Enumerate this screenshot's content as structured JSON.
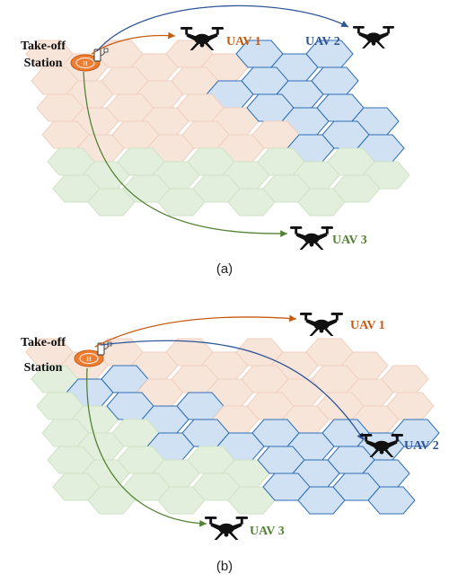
{
  "colors": {
    "orange_zone": "#f8e5da",
    "orange_border": "#f1cfbd",
    "blue_zone": "#cfe1f2",
    "blue_edge": "#2f6fb5",
    "green_zone": "#e2efdc",
    "green_border": "#cfe2c6",
    "uav1": "#c55a11",
    "uav2": "#2f5597",
    "uav3": "#548235",
    "pad": "#ed7d31",
    "ink": "#111111"
  },
  "panel_a": {
    "station_label_line1": "Take-off",
    "station_label_line2": "Station",
    "uav1_label": "UAV 1",
    "uav2_label": "UAV 2",
    "uav3_label": "UAV 3",
    "caption": "(a)"
  },
  "panel_b": {
    "station_label_line1": "Take-off",
    "station_label_line2": "Station",
    "uav1_label": "UAV 1",
    "uav2_label": "UAV 2",
    "uav3_label": "UAV 3",
    "caption": "(b)"
  },
  "icons": [
    "helipad-icon",
    "charger-icon",
    "drone-icon"
  ]
}
